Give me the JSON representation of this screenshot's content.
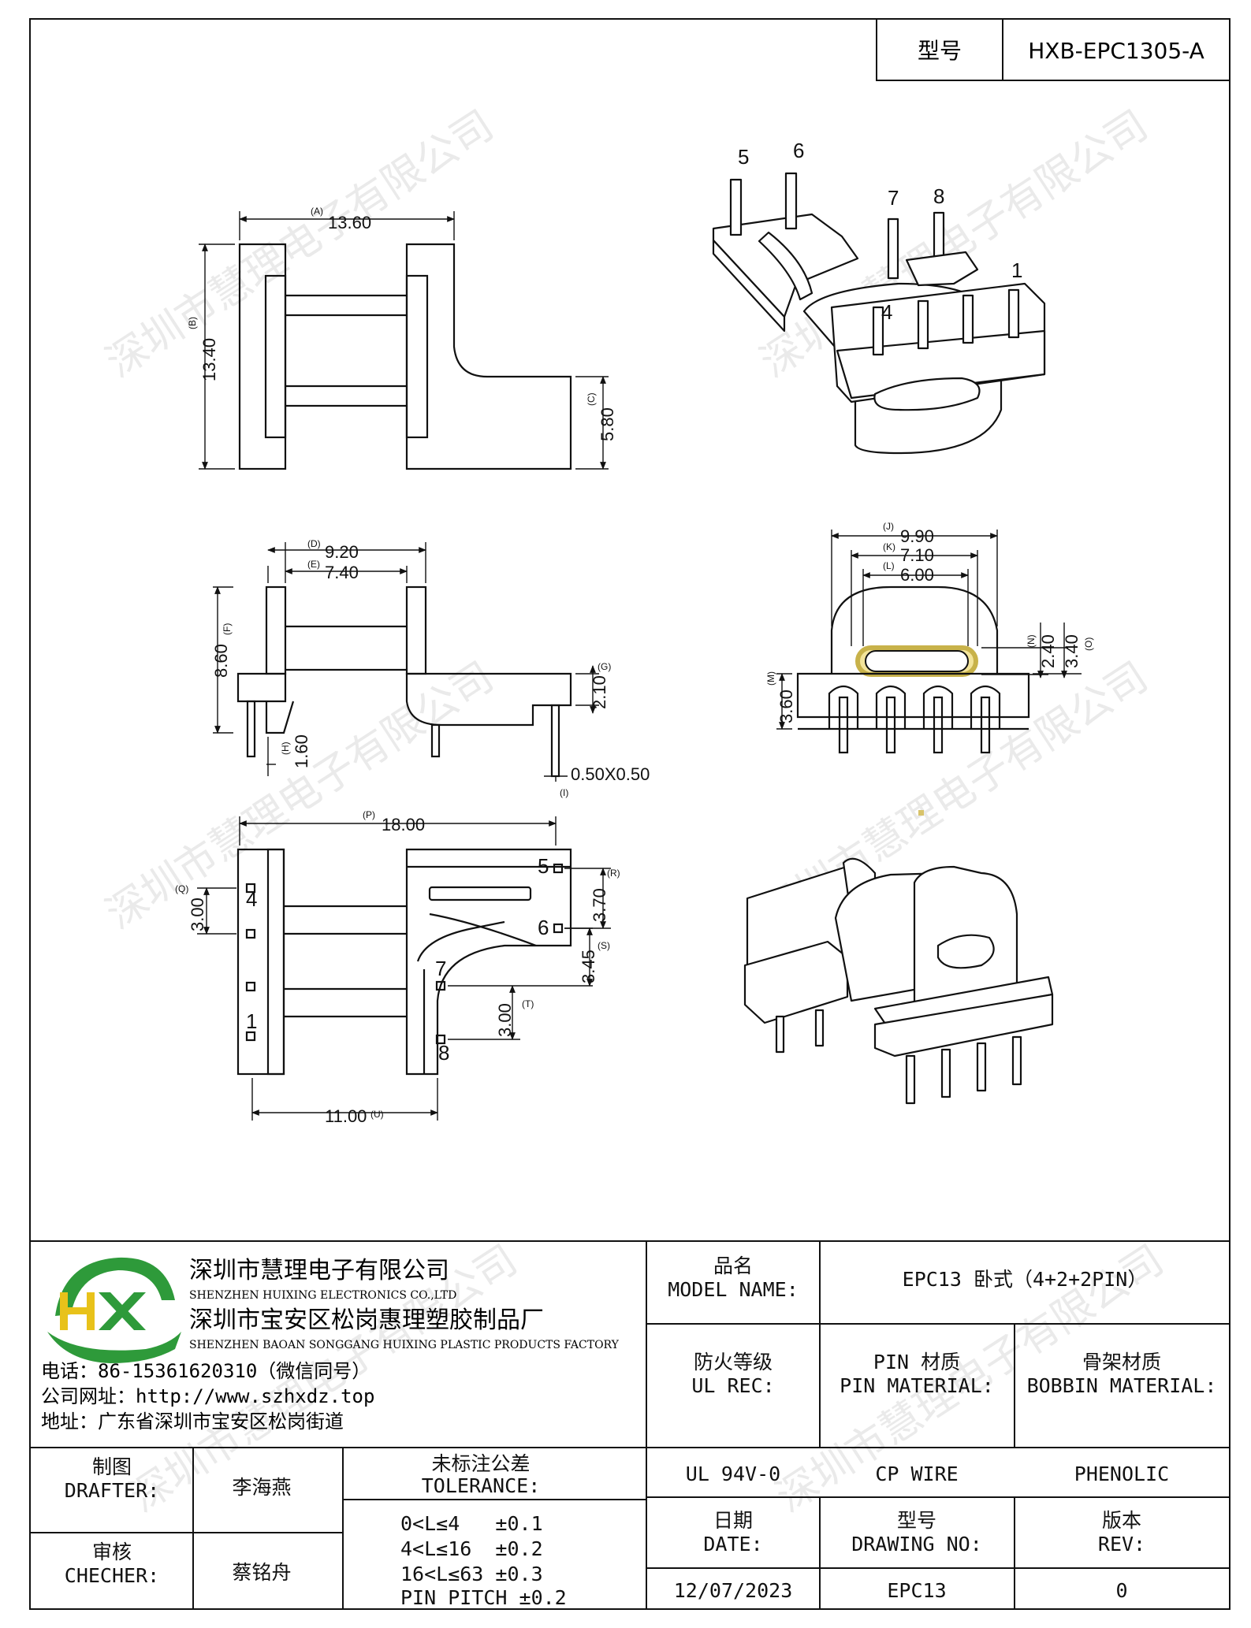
{
  "header": {
    "model_label": "型号",
    "model_value": "HXB-EPC1305-A"
  },
  "watermark": "深圳市慧理电子有限公司",
  "drawing": {
    "dim_A": "13.60",
    "tag_A": "(A)",
    "dim_B": "13.40",
    "tag_B": "(B)",
    "dim_C": "5.80",
    "tag_C": "(C)",
    "dim_D": "9.20",
    "tag_D": "(D)",
    "dim_E": "7.40",
    "tag_E": "(E)",
    "dim_F": "8.60",
    "tag_F": "(F)",
    "dim_G": "2.10",
    "tag_G": "(G)",
    "dim_H": "1.60",
    "tag_H": "(H)",
    "dim_I": "0.50X0.50",
    "tag_I": "(I)",
    "dim_J": "9.90",
    "tag_J": "(J)",
    "dim_K": "7.10",
    "tag_K": "(K)",
    "dim_L": "6.00",
    "tag_L": "(L)",
    "dim_M": "3.60",
    "tag_M": "(M)",
    "dim_N": "2.40",
    "tag_N": "(N)",
    "dim_O": "3.40",
    "tag_O": "(O)",
    "dim_P": "18.00",
    "tag_P": "(P)",
    "dim_Q": "3.00",
    "tag_Q": "(Q)",
    "dim_R": "3.70",
    "tag_R": "(R)",
    "dim_S": "3.45",
    "tag_S": "(S)",
    "dim_T": "3.00",
    "tag_T": "(T)",
    "dim_U": "11.00",
    "tag_U": "(U)",
    "pin_1": "1",
    "pin_4": "4",
    "pin_5": "5",
    "pin_6": "6",
    "pin_7": "7",
    "pin_8": "8"
  },
  "company": {
    "logo_text": "HX",
    "name_cn": "深圳市慧理电子有限公司",
    "name_en": "SHENZHEN HUIXING ELECTRONICS CO.,LTD",
    "factory_cn": "深圳市宝安区松岗惠理塑胶制品厂",
    "factory_en": "SHENZHEN BAOAN SONGGANG HUIXING PLASTIC PRODUCTS FACTORY",
    "phone": "电话：86-15361620310（微信同号）",
    "website": "公司网址：http://www.szhxdz.top",
    "address": "地址：广东省深圳市宝安区松岗街道"
  },
  "table": {
    "model_name_cn": "品名",
    "model_name_en": "MODEL NAME:",
    "model_name_value": "EPC13 卧式（4+2+2PIN）",
    "ul_cn": "防火等级",
    "ul_en": "UL REC:",
    "pin_mat_cn": "PIN 材质",
    "pin_mat_en": "PIN MATERIAL:",
    "bobbin_cn": "骨架材质",
    "bobbin_en": "BOBBIN MATERIAL:",
    "ul_value": "UL 94V-0",
    "pin_value": "CP WIRE",
    "bobbin_value": "PHENOLIC",
    "drafter_cn": "制图",
    "drafter_en": "DRAFTER:",
    "drafter_name": "李海燕",
    "tol_cn": "未标注公差",
    "tol_en": "TOLERANCE:",
    "tol_1": "0<L≤4   ±0.1",
    "tol_2": "4<L≤16  ±0.2",
    "tol_3": "16<L≤63 ±0.3",
    "tol_4": "PIN PITCH ±0.2",
    "date_cn": "日期",
    "date_en": "DATE:",
    "date_value": "12/07/2023",
    "dwg_cn": "型号",
    "dwg_en": "DRAWING NO:",
    "dwg_value": "EPC13",
    "rev_cn": "版本",
    "rev_en": "REV:",
    "rev_value": "0",
    "checker_cn": "审核",
    "checker_en": "CHECHER:",
    "checker_name": "蔡铭舟"
  },
  "colors": {
    "line": "#111111",
    "logo_green": "#2e9a3a",
    "logo_yellow": "#e8c21a",
    "highlight": "#f3e49a"
  }
}
